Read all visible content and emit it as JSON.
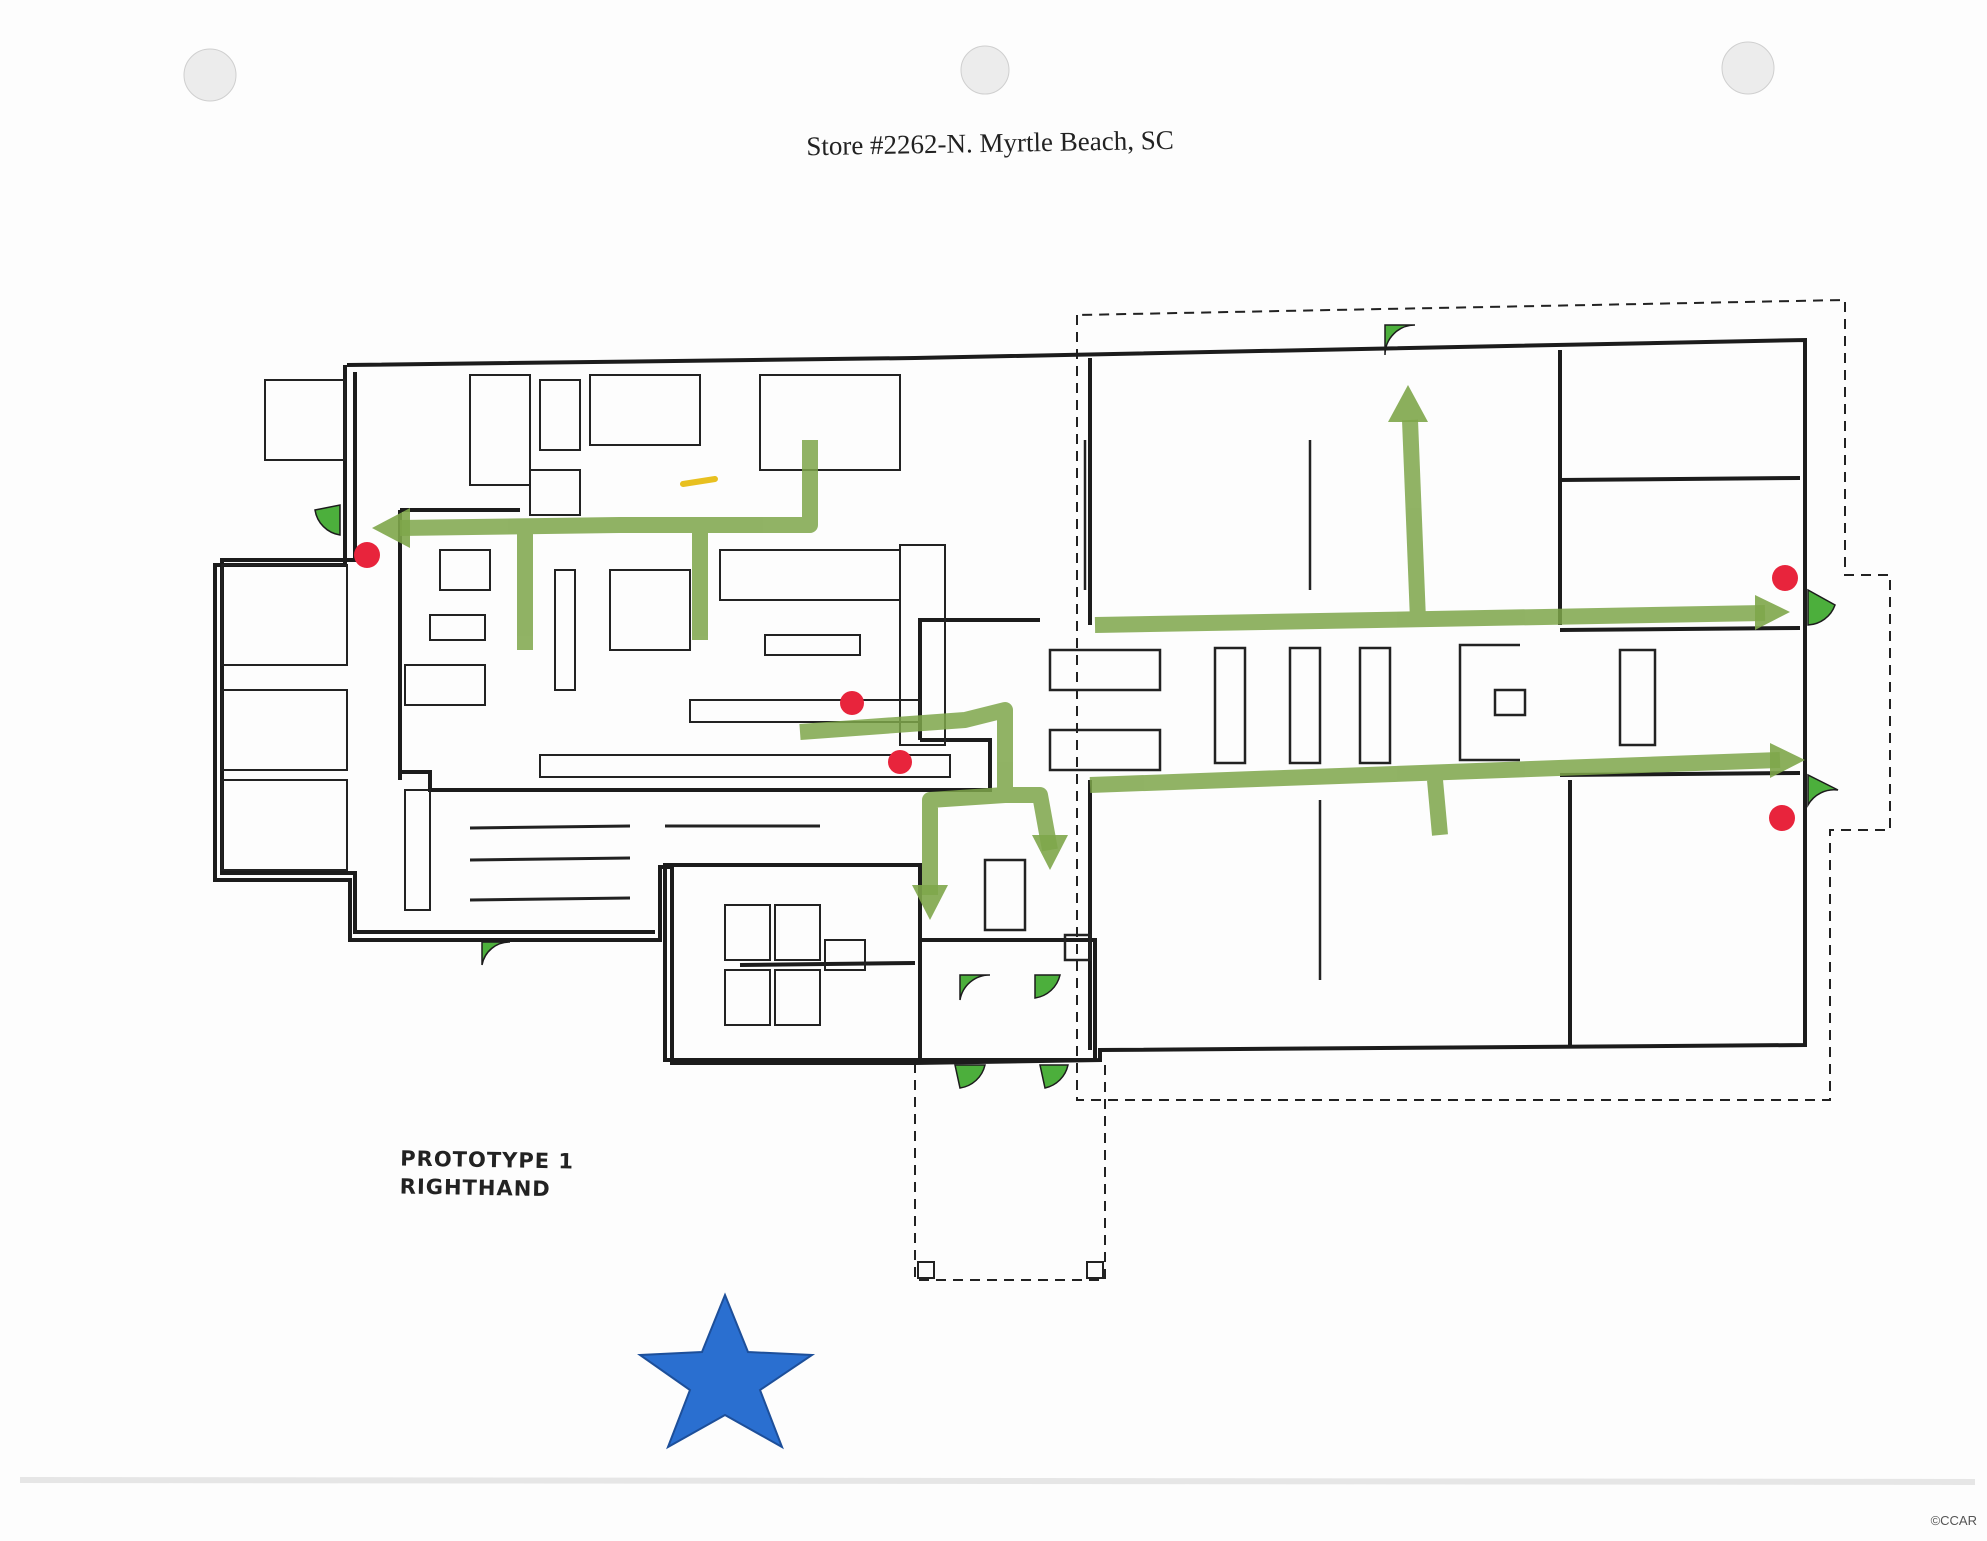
{
  "title": "Store #2262-N. Myrtle Beach, SC",
  "prototype": {
    "line1": "PROTOTYPE 1",
    "line2": "RIGHTHAND"
  },
  "watermark": "©CCAR",
  "colors": {
    "ink": "#1c1c1c",
    "exit_route": "#7ea64a",
    "exit_door": "#4caf3c",
    "extinguisher": "#e8243c",
    "star": "#2a6fd0",
    "highlight": "#e8c020"
  }
}
